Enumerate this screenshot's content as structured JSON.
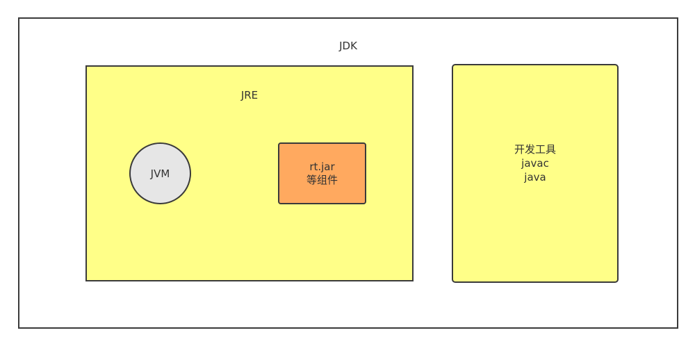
{
  "diagram": {
    "jdk": {
      "label": "JDK"
    },
    "jre": {
      "label": "JRE"
    },
    "jvm": {
      "label": "JVM"
    },
    "rt_jar": {
      "lines": [
        "rt.jar",
        "等组件"
      ]
    },
    "dev_tools": {
      "lines": [
        "开发工具",
        "javac",
        "java"
      ]
    }
  },
  "colors": {
    "border": "#3a3a3a",
    "jre_fill": "#ffff88",
    "tools_fill": "#ffff88",
    "jvm_fill": "#e6e6e6",
    "rt_jar_fill": "#ffa95f",
    "background": "#ffffff"
  }
}
